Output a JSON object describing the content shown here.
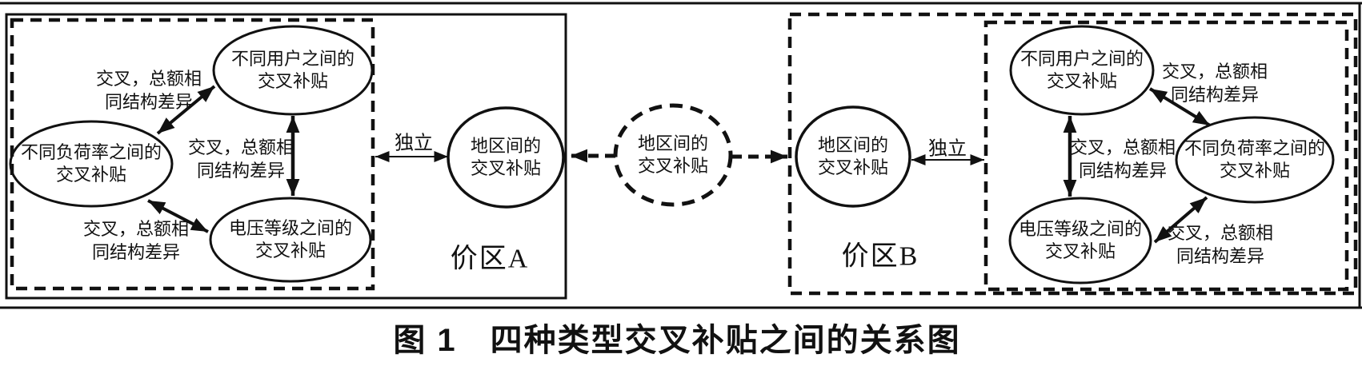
{
  "figure": {
    "caption": "图 1　四种类型交叉补贴之间的关系图"
  },
  "zones": {
    "zone_a": {
      "label": "价区A"
    },
    "zone_b": {
      "label": "价区B"
    }
  },
  "nodes": {
    "left_user": {
      "line1": "不同用户之间的",
      "line2": "交叉补贴"
    },
    "left_load": {
      "line1": "不同负荷率之间的",
      "line2": "交叉补贴"
    },
    "left_voltage": {
      "line1": "电压等级之间的",
      "line2": "交叉补贴"
    },
    "zone_a_regional": {
      "line1": "地区间的",
      "line2": "交叉补贴"
    },
    "central_regional": {
      "line1": "地区间的",
      "line2": "交叉补贴"
    },
    "zone_b_regional": {
      "line1": "地区间的",
      "line2": "交叉补贴"
    },
    "right_user": {
      "line1": "不同用户之间的",
      "line2": "交叉补贴"
    },
    "right_load": {
      "line1": "不同负荷率之间的",
      "line2": "交叉补贴"
    },
    "right_voltage": {
      "line1": "电压等级之间的",
      "line2": "交叉补贴"
    }
  },
  "edge_labels": {
    "left_top": {
      "line1": "交叉，总额相",
      "line2": "同结构差异"
    },
    "left_mid": {
      "line1": "交叉，总额相",
      "line2": "同结构差异"
    },
    "left_bottom": {
      "line1": "交叉，总额相",
      "line2": "同结构差异"
    },
    "right_top": {
      "line1": "交叉，总额相",
      "line2": "同结构差异"
    },
    "right_mid": {
      "line1": "交叉，总额相",
      "line2": "同结构差异"
    },
    "right_bottom": {
      "line1": "交叉，总额相",
      "line2": "同结构差异"
    },
    "independent_left": "独立",
    "independent_right": "独立"
  },
  "colors": {
    "ink": "#111111",
    "background": "#ffffff"
  }
}
